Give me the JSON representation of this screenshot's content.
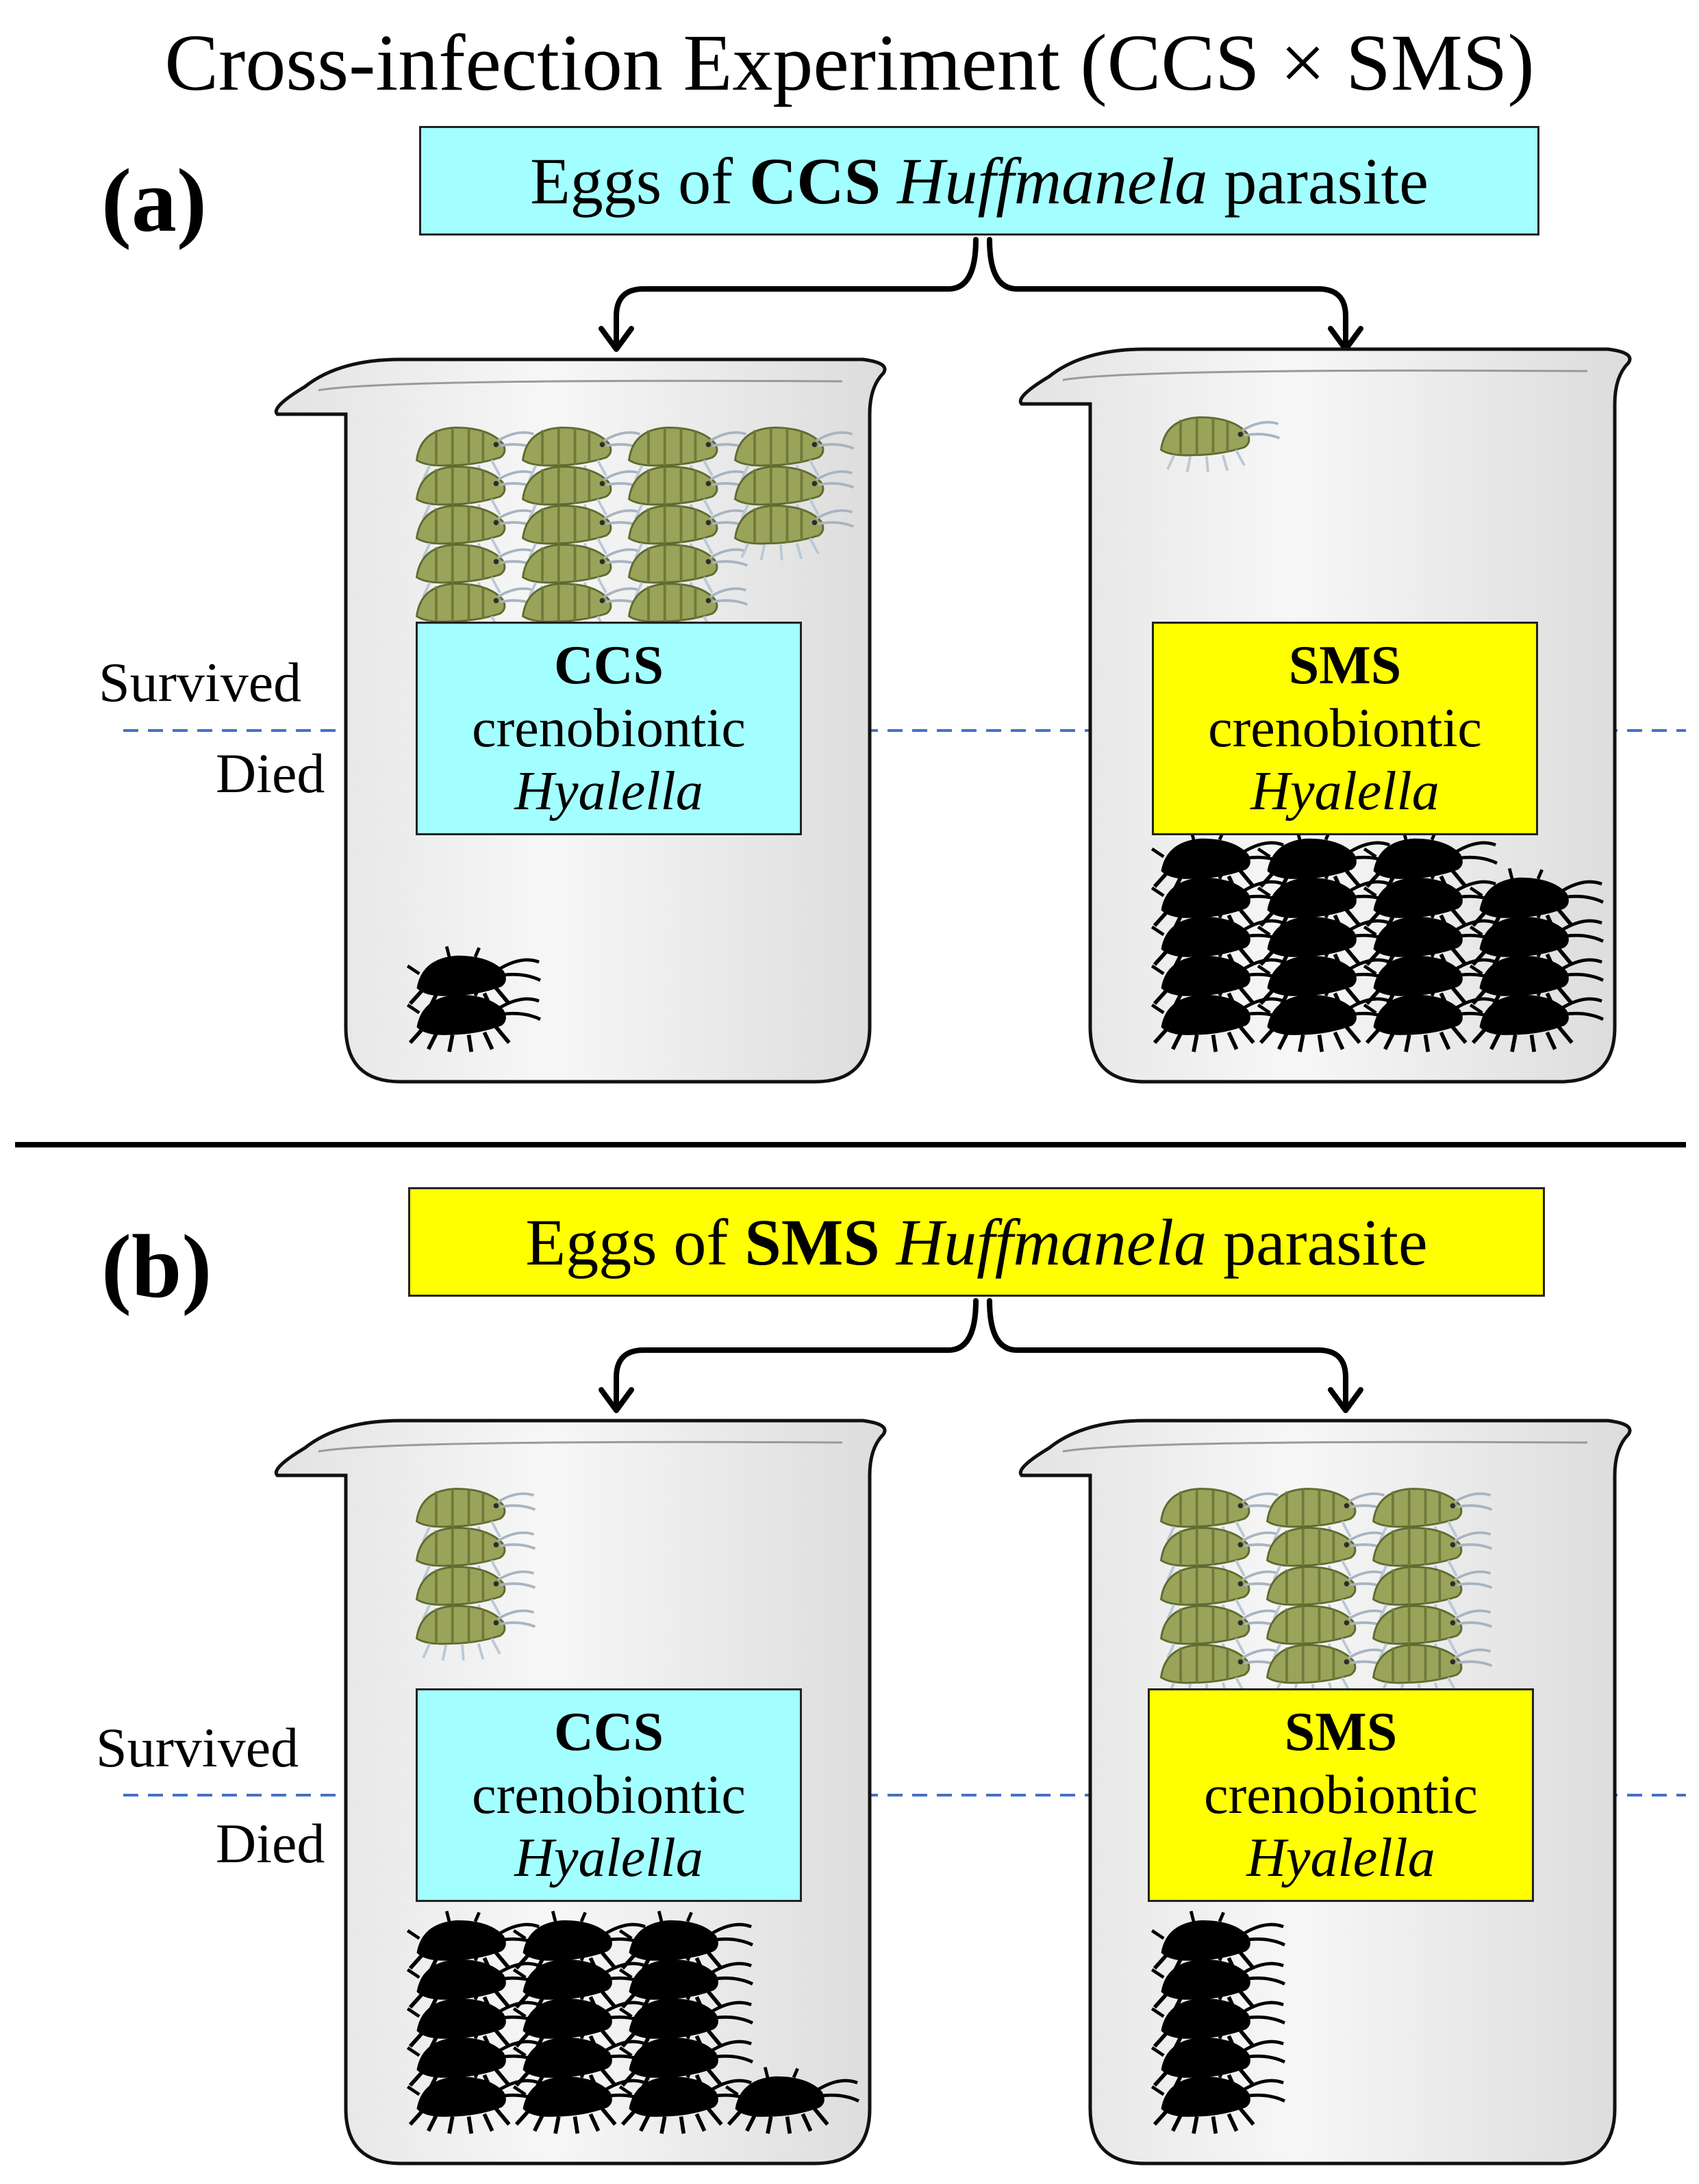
{
  "title": "Cross-infection Experiment (CCS × SMS)",
  "labels": {
    "survived": "Survived",
    "died": "Died"
  },
  "colors": {
    "ccs": "#a3ffff",
    "sms": "#ffff00",
    "threshold_line": "#4472c4",
    "alive_amphipod": "#9aa35a",
    "dead_amphipod": "#000000"
  },
  "panels": [
    {
      "letter": "(a)",
      "parasite": {
        "prefix": "Eggs of",
        "strain": "CCS",
        "genus": "Huffmanela",
        "suffix": "parasite",
        "color": "cyan"
      },
      "beakers": [
        {
          "host_strain": "CCS",
          "host_type": "crenobiontic",
          "host_genus": "Hyalella",
          "color": "cyan",
          "survived": 18,
          "died": 2
        },
        {
          "host_strain": "SMS",
          "host_type": "crenobiontic",
          "host_genus": "Hyalella",
          "color": "yellow",
          "survived": 1,
          "died": 19
        }
      ]
    },
    {
      "letter": "(b)",
      "parasite": {
        "prefix": "Eggs of",
        "strain": "SMS",
        "genus": "Huffmanela",
        "suffix": "parasite",
        "color": "yellow"
      },
      "beakers": [
        {
          "host_strain": "CCS",
          "host_type": "crenobiontic",
          "host_genus": "Hyalella",
          "color": "cyan",
          "survived": 4,
          "died": 16
        },
        {
          "host_strain": "SMS",
          "host_type": "crenobiontic",
          "host_genus": "Hyalella",
          "color": "yellow",
          "survived": 15,
          "died": 5
        }
      ]
    }
  ]
}
